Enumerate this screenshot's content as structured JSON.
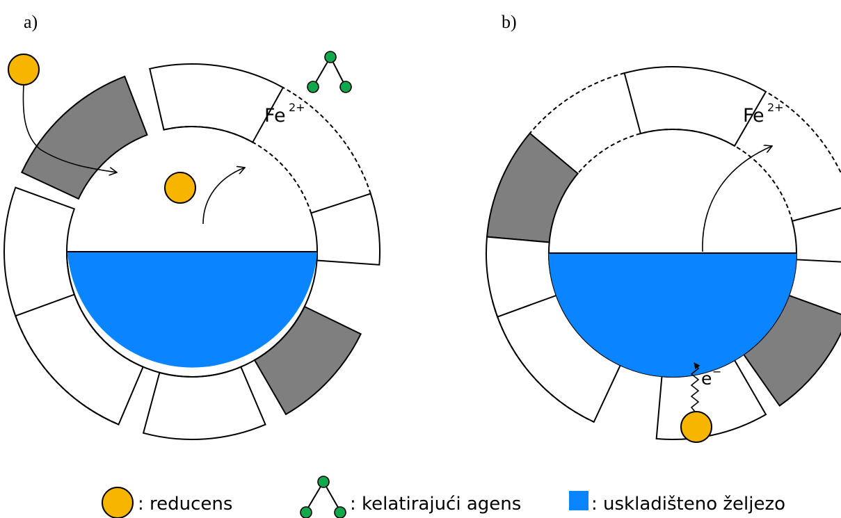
{
  "panels": [
    {
      "label": "a)",
      "ion_symbol": "Fe",
      "ion_charge": "2+"
    },
    {
      "label": "b)",
      "ion_symbol": "Fe",
      "ion_charge": "2+",
      "electron_symbol": "e",
      "electron_charge": "−"
    }
  ],
  "legend": {
    "reductant": ": reducens",
    "chelator": ": kelatirajući agens",
    "stored_iron": ": uskladišteno željezo"
  },
  "colors": {
    "reductant": "#f7b500",
    "chelator": "#10a84a",
    "stored_iron": "#0a84ff",
    "gray_subunit": "#7f7f7f",
    "outline": "#000000"
  }
}
